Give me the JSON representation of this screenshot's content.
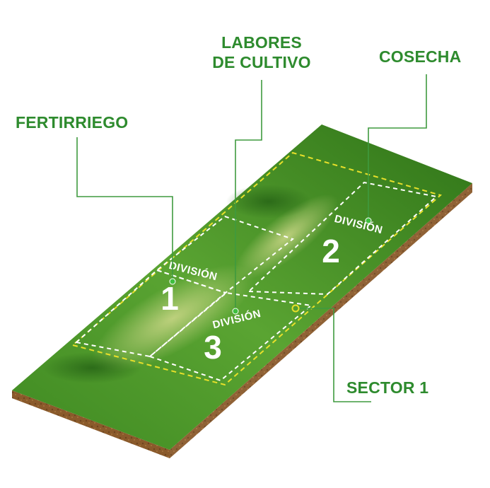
{
  "colors": {
    "label": "#2e8b2e",
    "leader_line": "#3f9a3f",
    "grass": "#4e9a2a",
    "soil": "#8a5a2b",
    "sector_border": "#e8e02a",
    "division_border": "#ffffff"
  },
  "labels": {
    "fertirriego": "FERTIRRIEGO",
    "labores_line1": "LABORES",
    "labores_line2": "DE CULTIVO",
    "cosecha": "COSECHA",
    "sector": "SECTOR 1"
  },
  "divisions": [
    {
      "word": "DIVISIÓN",
      "number": "1"
    },
    {
      "word": "DIVISIÓN",
      "number": "2"
    },
    {
      "word": "DIVISIÓN",
      "number": "3"
    }
  ]
}
